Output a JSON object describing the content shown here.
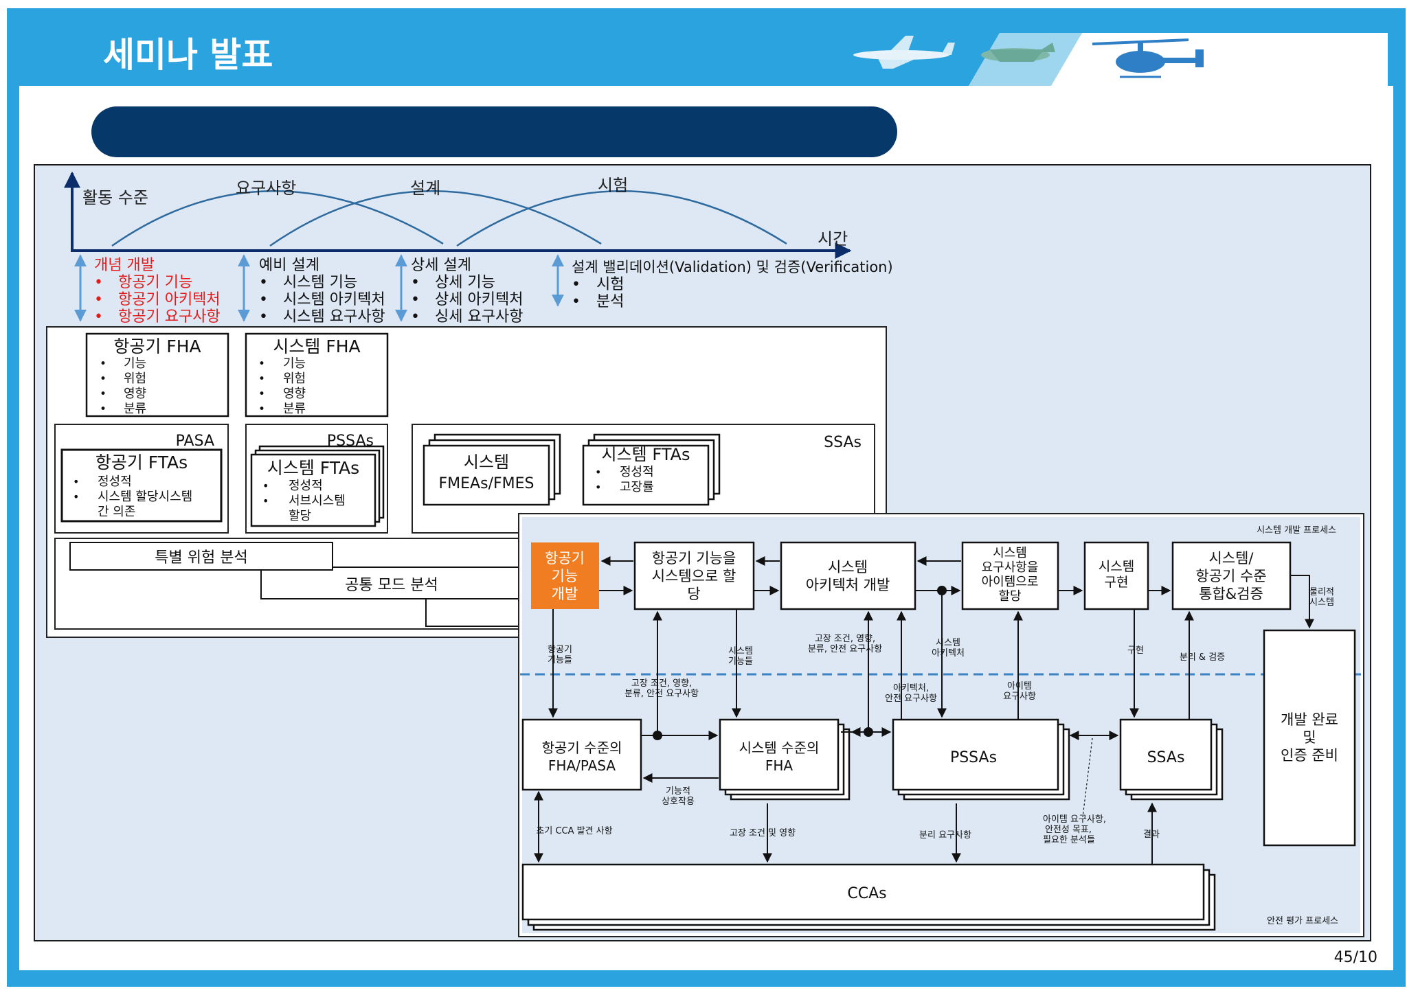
{
  "slide": {
    "title": "세미나 발표",
    "page_number": "45/10",
    "icons": [
      "airplane-icon",
      "cargo-plane-icon",
      "helicopter-icon"
    ]
  },
  "timeline": {
    "y_axis_label": "활동 수준",
    "x_axis_label": "시간",
    "curves": [
      "요구사항",
      "설계",
      "시험"
    ]
  },
  "phases": [
    {
      "title": "개념 개발",
      "items": [
        "항공기 기능",
        "항공기 아키텍처",
        "항공기 요구사항"
      ],
      "color": "#e31b1b"
    },
    {
      "title": "예비 설계",
      "items": [
        "시스템 기능",
        "시스템 아키텍처",
        "시스템 요구사항"
      ],
      "color": "#111111"
    },
    {
      "title": "상세 설계",
      "items": [
        "상세 기능",
        "상세 아키텍처",
        "싱세 요구사항"
      ],
      "color": "#111111"
    },
    {
      "title": "설계 밸리데이션(Validation) 및 검증(Verification)",
      "items": [
        "시험",
        "분석"
      ],
      "color": "#111111"
    }
  ],
  "safety": {
    "aircraft_fha": {
      "title": "항공기 FHA",
      "items": [
        "기능",
        "위험",
        "영향",
        "분류"
      ]
    },
    "system_fha": {
      "title": "시스템 FHA",
      "items": [
        "기능",
        "위험",
        "영향",
        "분류"
      ]
    },
    "pasa": {
      "label": "PASA",
      "title": "항공기 FTAs",
      "items": [
        "정성적",
        "시스템 할당시스템 간 의존"
      ]
    },
    "pssas": {
      "label": "PSSAs",
      "title": "시스템 FTAs",
      "items": [
        "정성적",
        "서브시스템 할당"
      ]
    },
    "ssas": {
      "label": "SSAs",
      "fmea_title": "시스템",
      "fmea_sub": "FMEAs/FMES",
      "fta_title": "시스템 FTAs",
      "fta_items": [
        "정성적",
        "고장률"
      ]
    },
    "special_risk": "특별 위험 분석",
    "common_mode": "공통 모드 분석"
  },
  "process": {
    "dev_label": "시스템 개발 프로세스",
    "safety_label": "안전 평가 프로세스",
    "boxes": {
      "aircraft_func_dev": "항공기 기능 개발",
      "alloc_func": "항공기 기능을 시스템으로 할당",
      "arch_dev": "시스템 아키텍처 개발",
      "alloc_req": "시스템 요구사항을 아이템으로 할당",
      "impl": "시스템 구현",
      "integration": "시스템/ 항공기 수준 통합&검증",
      "completion": "개발 완료 및 인증 준비",
      "aircraft_fha_pasa": "항공기 수준의 FHA/PASA",
      "system_fha": "시스템 수준의 FHA",
      "pssas": "PSSAs",
      "ssas": "SSAs",
      "ccas": "CCAs"
    },
    "labels": {
      "physical_system": "물리적 시스템",
      "aircraft_functions": "항공기 기능들",
      "failure_cond_1": "고장 조건, 영향, 분류, 안전 요구사항",
      "failure_cond_2": "고장 조건, 영향, 분류, 안전 요구사항",
      "system_functions": "시스템 기능들",
      "system_arch": "시스템 아키텍처",
      "arch_safety_req": "아키텍처, 안전 요구사항",
      "item_req": "아이템 요구사항",
      "implementation": "구현",
      "separation_verif": "분리 & 검증",
      "functional_interaction": "기능적 상호작용",
      "early_cca": "초기 CCA 발견 사항",
      "failure_effects": "고장 조건 및 영향",
      "separation_req": "분리 요구사항",
      "item_req_safety": "아이템 요구사항, 안전성 목표, 필요한 분석들",
      "results": "결과"
    }
  }
}
